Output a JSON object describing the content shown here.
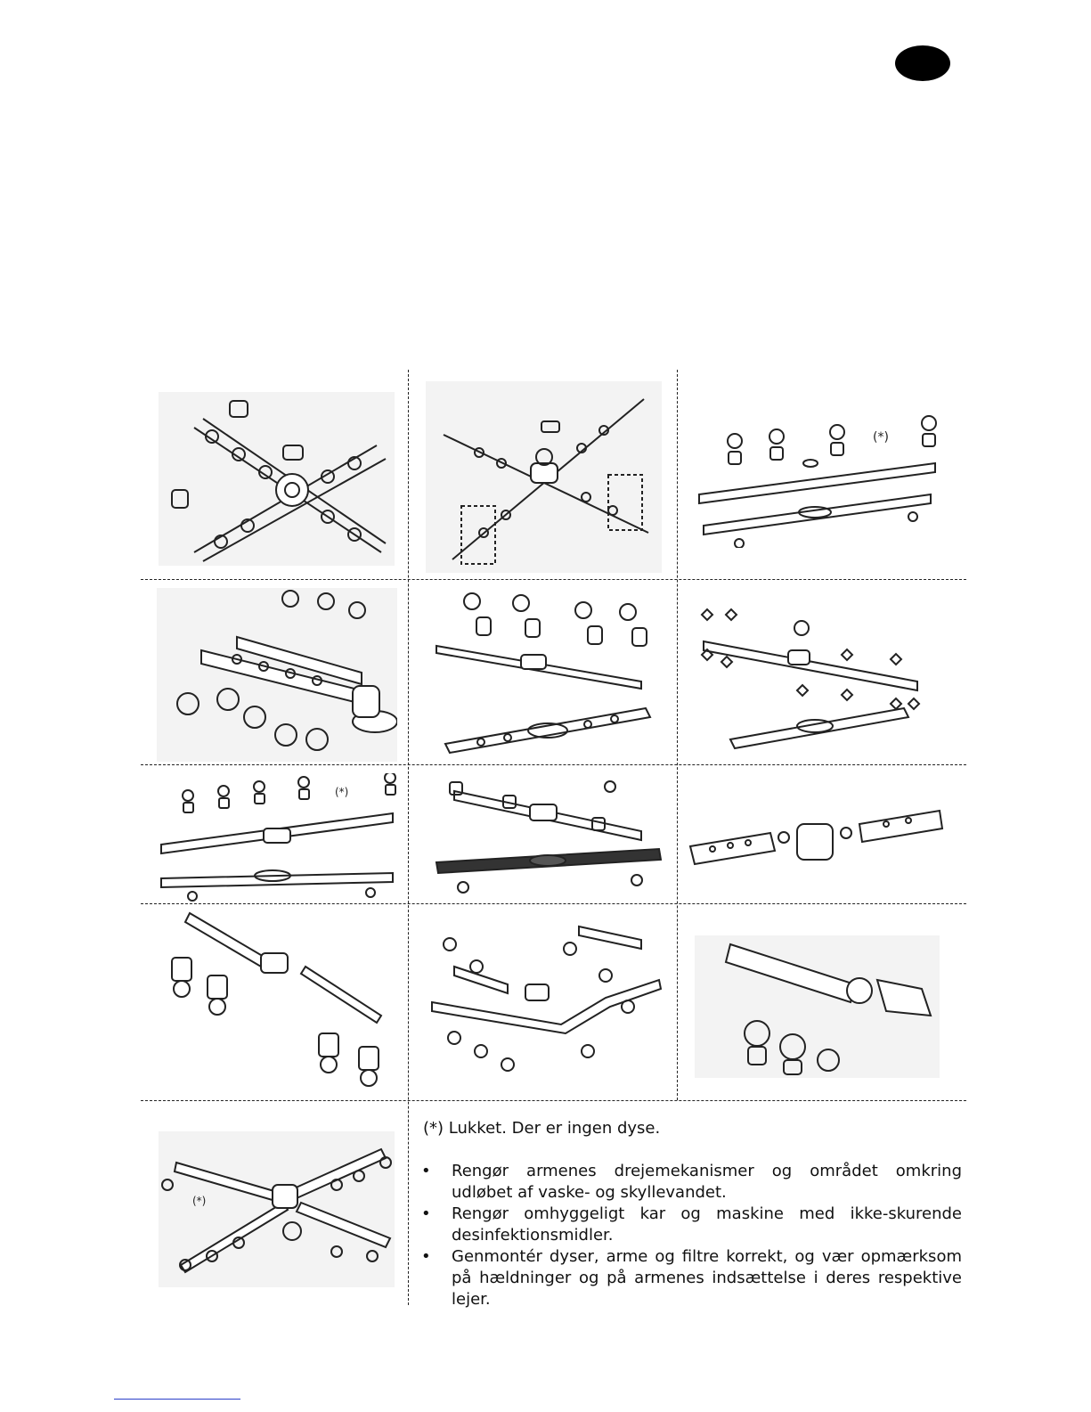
{
  "notes": {
    "closed_note": "(*) Lukket. Der er ingen dyse.",
    "bullets": [
      "Rengør armenes drejemekanismer og området omkring udløbet af vaske- og skyllevandet.",
      "Rengør omhyggeligt kar og maskine med ikke-skurende desinfektionsmidler.",
      "Genmontér dyser, arme og filtre korrekt, og vær opmærksom på hældninger og på armenes indsættelse i deres respektive lejer."
    ],
    "bullet_glyph": "•"
  },
  "figure_labels": {
    "closed_marker": "(*)"
  },
  "colors": {
    "line": "#222222",
    "marker": "#000000",
    "link": "#2b3fc9"
  }
}
